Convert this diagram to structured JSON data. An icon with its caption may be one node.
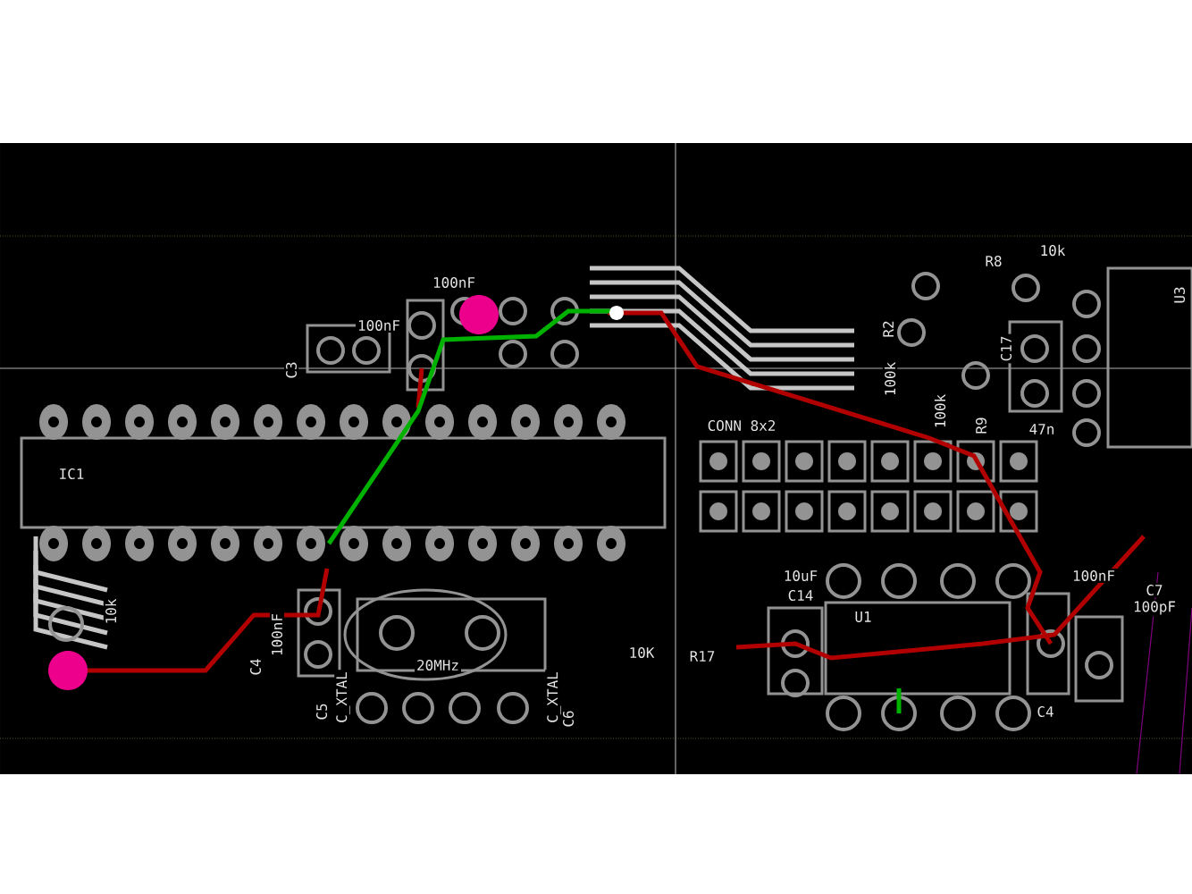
{
  "diagram": {
    "labels": [
      "10k",
      "R8",
      "100nF",
      "100nF",
      "C3",
      "R2",
      "C17",
      "U3",
      "IC1",
      "100k",
      "100k",
      "R9",
      "CONN 8x2",
      "47n",
      "10uF",
      "C14",
      "100nF",
      "U1",
      "R17",
      "10K",
      "100nF",
      "C7",
      "100pF",
      "10k",
      "20MHz",
      "C4",
      "C4",
      "C5",
      "C_XTAL",
      "C_XTAL",
      "C6"
    ]
  }
}
